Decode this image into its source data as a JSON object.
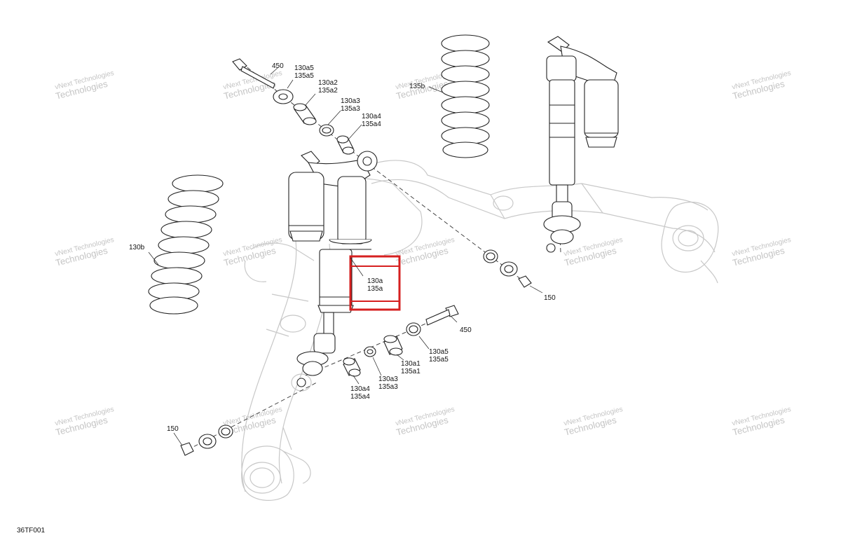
{
  "watermark": {
    "line1": "vNext Technologies",
    "line2": "Technologies"
  },
  "callouts": {
    "top_450": "450",
    "top_130a5": "130a5",
    "top_135a5": "135a5",
    "top_130a2": "130a2",
    "top_135a2": "135a2",
    "top_130a3": "130a3",
    "top_135a3": "135a3",
    "top_130a4": "130a4",
    "top_135a4": "135a4",
    "rear_135b": "135b",
    "left_130b": "130b",
    "hl_130a": "130a",
    "hl_135a": "135a",
    "right_150": "150",
    "mid_450": "450",
    "mid_130a5": "130a5",
    "mid_135a5": "135a5",
    "mid_130a1": "130a1",
    "mid_135a1": "135a1",
    "mid_130a3": "130a3",
    "mid_135a3": "135a3",
    "mid_130a4": "130a4",
    "mid_135a4": "135a4",
    "left_150": "150"
  },
  "highlight_color": "#d62020",
  "figure_code": "36TF001"
}
